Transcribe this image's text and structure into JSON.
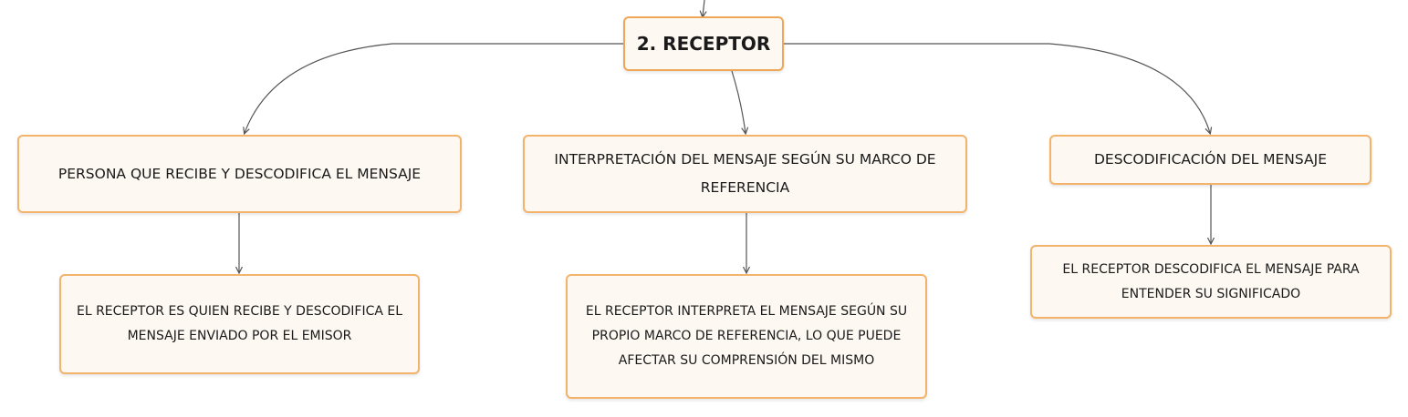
{
  "root": {
    "label": "2. RECEPTOR"
  },
  "branches": [
    {
      "label": "PERSONA QUE RECIBE Y DESCODIFICA EL MENSAJE",
      "detail": "EL RECEPTOR ES QUIEN RECIBE Y DESCODIFICA EL MENSAJE ENVIADO POR EL EMISOR"
    },
    {
      "label": "INTERPRETACIÓN DEL MENSAJE SEGÚN SU MARCO DE REFERENCIA",
      "detail": "EL RECEPTOR INTERPRETA EL MENSAJE SEGÚN SU PROPIO MARCO DE REFERENCIA, LO QUE PUEDE AFECTAR SU COMPRENSIÓN DEL MISMO"
    },
    {
      "label": "DESCODIFICACIÓN DEL MENSAJE",
      "detail": "EL RECEPTOR DESCODIFICA EL MENSAJE PARA ENTENDER SU SIGNIFICADO"
    }
  ],
  "colors": {
    "node_border": "#f3b36a",
    "node_fill": "#fdf8f2",
    "connector": "#555555"
  }
}
